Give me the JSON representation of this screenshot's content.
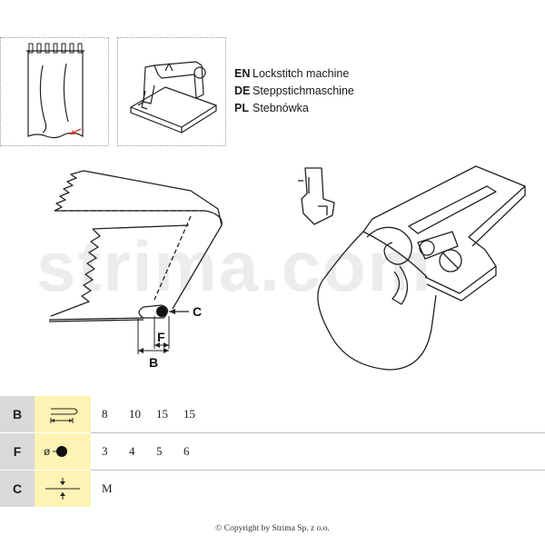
{
  "languages": [
    {
      "code": "EN",
      "text": "Lockstitch machine"
    },
    {
      "code": "DE",
      "text": "Steppstichmaschine"
    },
    {
      "code": "PL",
      "text": "Stebnówka"
    }
  ],
  "watermark": "strima.com",
  "diagram_labels": {
    "c": "C",
    "f": "F",
    "b": "B"
  },
  "icons": {
    "curtain": "curtain-fabric-icon",
    "machine": "sewing-machine-icon",
    "hem_width": "hem-width-icon",
    "needle_diameter": "needle-diameter-icon",
    "offset": "offset-icon"
  },
  "table": {
    "rows": [
      {
        "label": "B",
        "values": [
          "8",
          "10",
          "15",
          "15"
        ]
      },
      {
        "label": "F",
        "values": [
          "3",
          "4",
          "5",
          "6"
        ],
        "diameter_symbol": "ø"
      },
      {
        "label": "C",
        "values": [
          "M"
        ]
      }
    ]
  },
  "colors": {
    "label_bg": "#d9d9d9",
    "icon_bg": "#fdf3b4",
    "accent_red": "#d93a2b"
  },
  "copyright": "© Copyright by Strima Sp. z o.o."
}
